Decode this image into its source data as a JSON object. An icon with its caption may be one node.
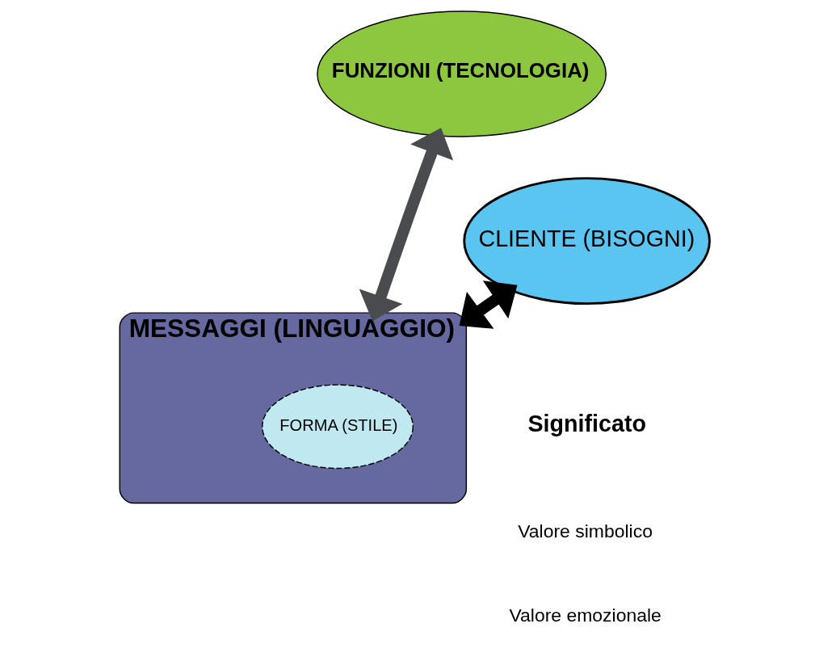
{
  "diagram": {
    "nodes": [
      {
        "text": [
          "FUNZIONI (TECNOLOGIA)"
        ]
      },
      {
        "text": [
          "CLIENTE (BISOGNI)"
        ]
      },
      {
        "text": [
          "MESSAGGI (LINGUAGGIO)"
        ]
      },
      {
        "text": [
          "FORMA (STILE)"
        ],
        "in": 2
      }
    ],
    "edges": [
      {
        "from": 0,
        "to": 2,
        "arrow": "both",
        "color": "#4a4b4f"
      },
      {
        "from": 2,
        "to": 1,
        "arrow": "both",
        "color": "#000000"
      }
    ],
    "labels": [
      "Significato",
      "Valore simbolico",
      "Valore emozionale"
    ]
  }
}
